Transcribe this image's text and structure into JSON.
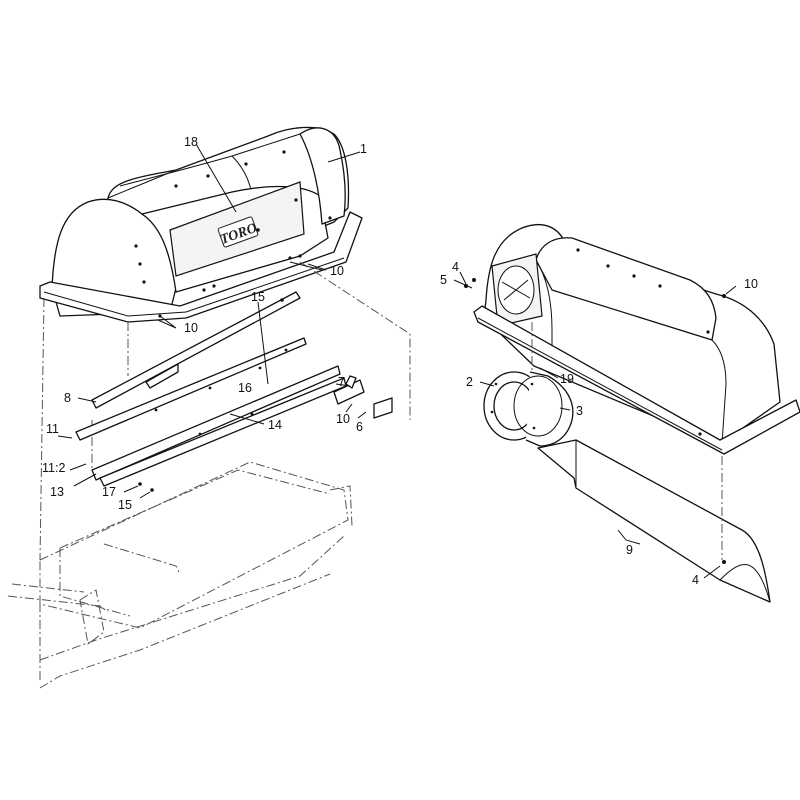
{
  "logo_text": "TORO",
  "callouts": [
    {
      "id": "c1",
      "text": "1"
    },
    {
      "id": "c18",
      "text": "18"
    },
    {
      "id": "c10a",
      "text": "10"
    },
    {
      "id": "c10b",
      "text": "10"
    },
    {
      "id": "c15a",
      "text": "15"
    },
    {
      "id": "c16",
      "text": "16"
    },
    {
      "id": "c8",
      "text": "8"
    },
    {
      "id": "c7",
      "text": "7"
    },
    {
      "id": "c10c",
      "text": "10"
    },
    {
      "id": "c6",
      "text": "6"
    },
    {
      "id": "c14",
      "text": "14"
    },
    {
      "id": "c11",
      "text": "11"
    },
    {
      "id": "c11_2",
      "text": "11:2"
    },
    {
      "id": "c13",
      "text": "13"
    },
    {
      "id": "c17",
      "text": "17"
    },
    {
      "id": "c15b",
      "text": "15"
    },
    {
      "id": "c4a",
      "text": "4"
    },
    {
      "id": "c5",
      "text": "5"
    },
    {
      "id": "c10d",
      "text": "10"
    },
    {
      "id": "c2",
      "text": "2"
    },
    {
      "id": "c19",
      "text": "19"
    },
    {
      "id": "c3",
      "text": "3"
    },
    {
      "id": "c9",
      "text": "9"
    },
    {
      "id": "c4b",
      "text": "4"
    }
  ]
}
